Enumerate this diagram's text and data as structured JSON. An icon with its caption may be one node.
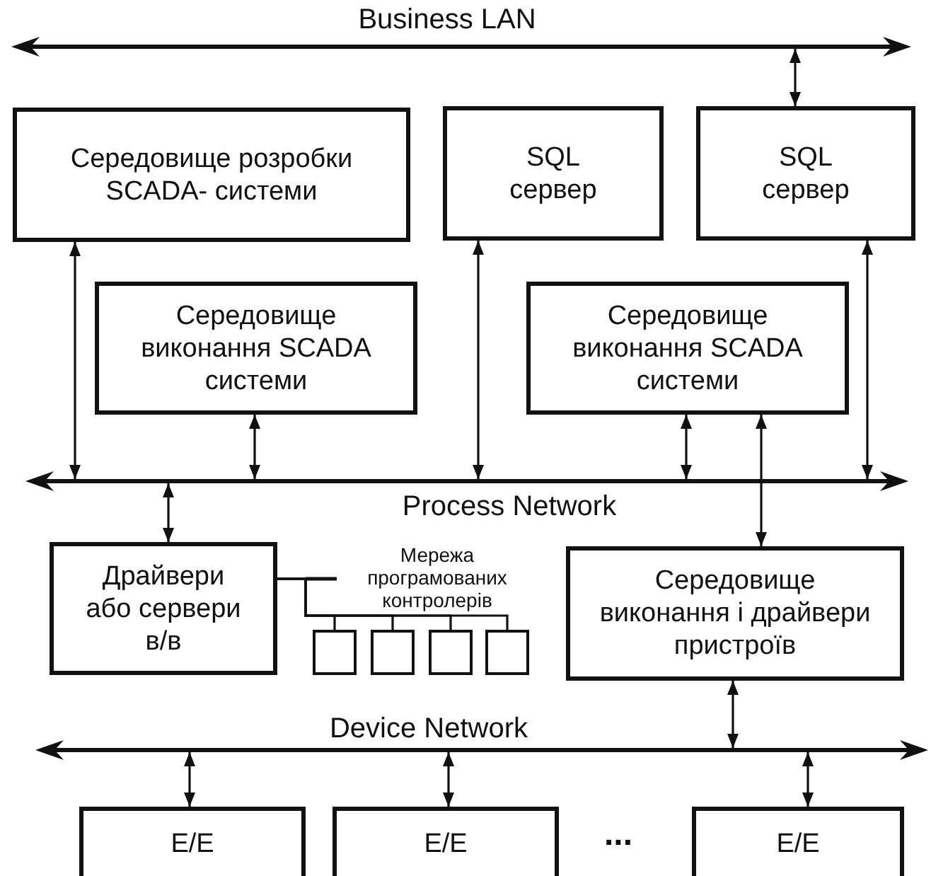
{
  "diagram": {
    "nodes": [
      {
        "text": [],
        "shape": "bar",
        "beside": [
          "Business LAN"
        ]
      },
      {
        "text": [
          "Середовище розробки SCADA- системи"
        ]
      },
      {
        "text": [
          "SQL сервер"
        ]
      },
      {
        "text": [
          "SQL сервер"
        ]
      },
      {
        "text": [
          "Середовище виконання SCADA системи"
        ]
      },
      {
        "text": [
          "Середовище виконання SCADA системи"
        ]
      },
      {
        "text": [],
        "shape": "bar",
        "beside": [
          "Process Network"
        ]
      },
      {
        "text": [
          "Драйвери або сервери в/в"
        ]
      },
      {
        "text": [],
        "shape": "box"
      },
      {
        "text": [],
        "shape": "box"
      },
      {
        "text": [],
        "shape": "box"
      },
      {
        "text": [],
        "shape": "box"
      },
      {
        "text": [
          "Середовище виконання і драйвери пристроїв"
        ]
      },
      {
        "text": [],
        "shape": "bar",
        "beside": [
          "Device Network"
        ]
      },
      {
        "text": [
          "Е/Е"
        ]
      },
      {
        "text": [
          "Е/Е"
        ]
      },
      {
        "text": [
          "Е/Е"
        ]
      }
    ],
    "edges": [
      {
        "from": 0,
        "to": 3,
        "arrow": "both"
      },
      {
        "from": 1,
        "to": 6,
        "arrow": "both"
      },
      {
        "from": 4,
        "to": 6,
        "arrow": "both"
      },
      {
        "from": 2,
        "to": 6,
        "arrow": "both"
      },
      {
        "from": 5,
        "to": 6,
        "arrow": "both"
      },
      {
        "from": 3,
        "to": 6,
        "arrow": "both"
      },
      {
        "from": 5,
        "to": 12,
        "arrow": "both"
      },
      {
        "from": 6,
        "to": 7,
        "arrow": "both"
      },
      {
        "from": 7,
        "to": 8,
        "arrow": "none"
      },
      {
        "from": 7,
        "to": 9,
        "arrow": "none"
      },
      {
        "from": 7,
        "to": 10,
        "arrow": "none"
      },
      {
        "from": 7,
        "to": 11,
        "arrow": "none"
      },
      {
        "from": 12,
        "to": 13,
        "arrow": "both"
      },
      {
        "from": 13,
        "to": 14,
        "arrow": "both"
      },
      {
        "from": 13,
        "to": 15,
        "arrow": "both"
      },
      {
        "from": 13,
        "to": 16,
        "arrow": "both"
      }
    ],
    "labels": [
      "Мережа програмованих контролерів",
      "..."
    ]
  }
}
